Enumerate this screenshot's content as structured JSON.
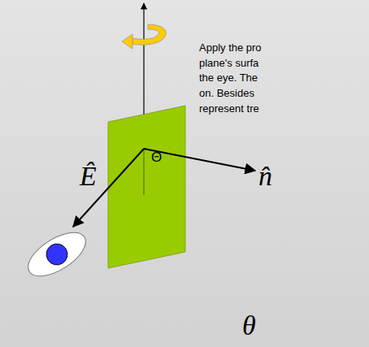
{
  "diagram": {
    "labels": [
      "Apply the pro plane's surfa the eye. The on. Besides represent tre",
      "Θ",
      "Ê",
      "n̂",
      "θ"
    ]
  }
}
